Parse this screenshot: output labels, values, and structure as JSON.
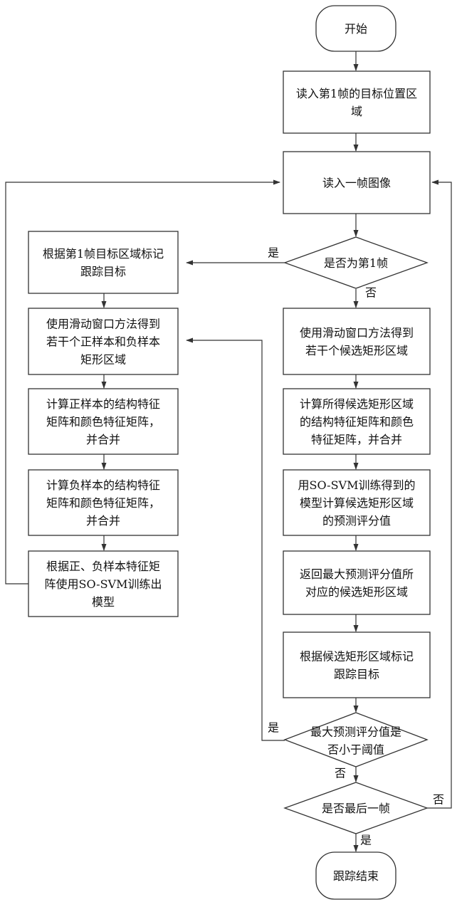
{
  "nodes": {
    "start": [
      "开始"
    ],
    "read_first": [
      "读入第1帧的目标位置区",
      "域"
    ],
    "read_frame": [
      "读入一帧图像"
    ],
    "is_first": [
      "是否为第1帧"
    ],
    "mark_first": [
      "根据第1帧目标区域标记",
      "跟踪目标"
    ],
    "sample_left": [
      "使用滑动窗口方法得到",
      "若干个正样本和负样本",
      "矩形区域"
    ],
    "pos_feature": [
      "计算正样本的结构特征",
      "矩阵和颜色特征矩阵，",
      "并合并"
    ],
    "neg_feature": [
      "计算负样本的结构特征",
      "矩阵和颜色特征矩阵，",
      "并合并"
    ],
    "train": [
      "根据正、负样本特征矩",
      "阵使用SO-SVM训练出",
      "模型"
    ],
    "sample_right": [
      "使用滑动窗口方法得到",
      "若干个候选矩形区域"
    ],
    "cand_feature": [
      "计算所得候选矩形区域",
      "的结构特征矩阵和颜色",
      "特征矩阵，并合并"
    ],
    "predict": [
      "用SO-SVM训练得到的",
      "模型计算候选矩形区域",
      "的预测评分值"
    ],
    "return_max": [
      "返回最大预测评分值所",
      "对应的候选矩形区域"
    ],
    "mark_cand": [
      "根据候选矩形区域标记",
      "跟踪目标"
    ],
    "threshold": [
      "最大预测评分值是",
      "否小于阈值"
    ],
    "last_frame": [
      "是否最后一帧"
    ],
    "end": [
      "跟踪结束"
    ]
  },
  "labels": {
    "yes_first": "是",
    "no_first": "否",
    "yes_threshold": "是",
    "no_threshold": "否",
    "no_last": "否",
    "yes_last": "是"
  }
}
